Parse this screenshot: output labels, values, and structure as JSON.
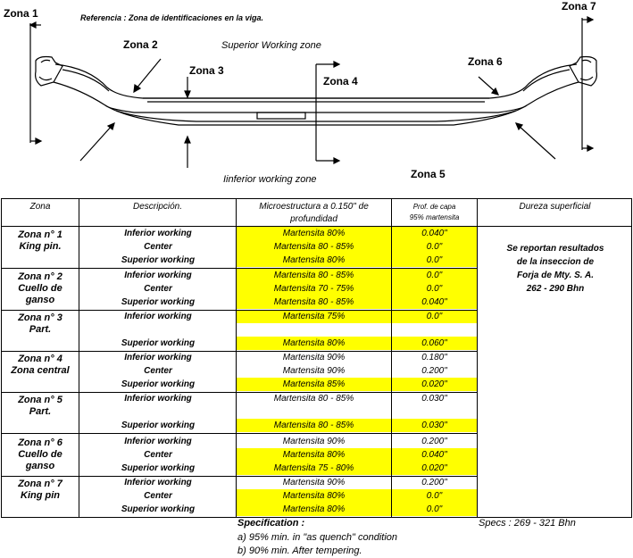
{
  "diagram": {
    "reference": "Referencia : Zona de identificaciones en la viga.",
    "superior_label": "Superior Working zone",
    "inferior_label": "Iinferior working zone",
    "zones": [
      "Zona 1",
      "Zona 2",
      "Zona 3",
      "Zona 4",
      "Zona 5",
      "Zona 6",
      "Zona 7"
    ]
  },
  "table": {
    "headers": {
      "zona": "Zona",
      "descripcion": "Descripción.",
      "micro_line1": "Microestructura a 0.150\" de",
      "micro_line2": "profundidad",
      "prof_line1": "Prof. de capa",
      "prof_line2": "95% martensita",
      "dureza": "Dureza superficial"
    },
    "rows": [
      {
        "zone_line1": "Zona n° 1",
        "zone_line2": "King pin.",
        "items": [
          {
            "desc": "Inferior working",
            "micro": "Martensita 80%",
            "prof": "0.040\""
          },
          {
            "desc": "Center",
            "micro": "Martensita 80 - 85%",
            "prof": "0.0\""
          },
          {
            "desc": "Superior working",
            "micro": "Martensita 80%",
            "prof": "0.0\""
          }
        ]
      },
      {
        "zone_line1": "Zona n° 2",
        "zone_line2": "Cuello de",
        "zone_line3": "ganso",
        "items": [
          {
            "desc": "Inferior working",
            "micro": "Martensita 80 - 85%",
            "prof": "0.0\""
          },
          {
            "desc": "Center",
            "micro": "Martensita 70 - 75%",
            "prof": "0.0\""
          },
          {
            "desc": "Superior working",
            "micro": "Martensita 80 - 85%",
            "prof": "0.040\""
          }
        ]
      },
      {
        "zone_line1": "Zona n° 3",
        "zone_line2": "Part.",
        "items": [
          {
            "desc": "Inferior working",
            "micro": "Martensita 75%",
            "prof": "0.0\""
          },
          {
            "desc": "Superior working",
            "micro": "Martensita 80%",
            "prof": "0.060\""
          }
        ]
      },
      {
        "zone_line1": "Zona n° 4",
        "zone_line2": "Zona central",
        "items": [
          {
            "desc": "Inferior working",
            "micro": "Martensita 90%",
            "prof": "0.180\""
          },
          {
            "desc": "Center",
            "micro": "Martensita 90%",
            "prof": "0.200\""
          },
          {
            "desc": "Superior working",
            "micro": "Martensita 85%",
            "prof": "0.020\""
          }
        ]
      },
      {
        "zone_line1": "Zona n° 5",
        "zone_line2": "Part.",
        "items": [
          {
            "desc": "Inferior working",
            "micro": "Martensita 80 - 85%",
            "prof": "0.030\""
          },
          {
            "desc": "Superior working",
            "micro": "Martensita 80 - 85%",
            "prof": "0.030\""
          }
        ]
      },
      {
        "zone_line1": "Zona n° 6",
        "zone_line2": "Cuello de",
        "zone_line3": "ganso",
        "items": [
          {
            "desc": "Inferior working",
            "micro": "Martensita 90%",
            "prof": "0.200\""
          },
          {
            "desc": "Center",
            "micro": "Martensita 80%",
            "prof": "0.040\""
          },
          {
            "desc": "Superior working",
            "micro": "Martensita 75 - 80%",
            "prof": "0.020\""
          }
        ]
      },
      {
        "zone_line1": "Zona n° 7",
        "zone_line2": "King pin",
        "items": [
          {
            "desc": "Inferior working",
            "micro": "Martensita 90%",
            "prof": "0.200\""
          },
          {
            "desc": "Center",
            "micro": "Martensita 80%",
            "prof": "0.0\""
          },
          {
            "desc": "Superior working",
            "micro": "Martensita 80%",
            "prof": "0.0\""
          }
        ]
      }
    ],
    "remarks": [
      "Se reportan resultados",
      "de la inseccion de",
      "Forja de Mty. S. A.",
      "262 - 290 Bhn"
    ]
  },
  "footer": {
    "spec_title": "Specification :",
    "specs": "Specs : 269 - 321 Bhn",
    "item_a": "a)    95% min. in  \"as quench\" condition",
    "item_b": "b)    90% min. After tempering."
  },
  "colors": {
    "highlight": "#ffff00"
  }
}
